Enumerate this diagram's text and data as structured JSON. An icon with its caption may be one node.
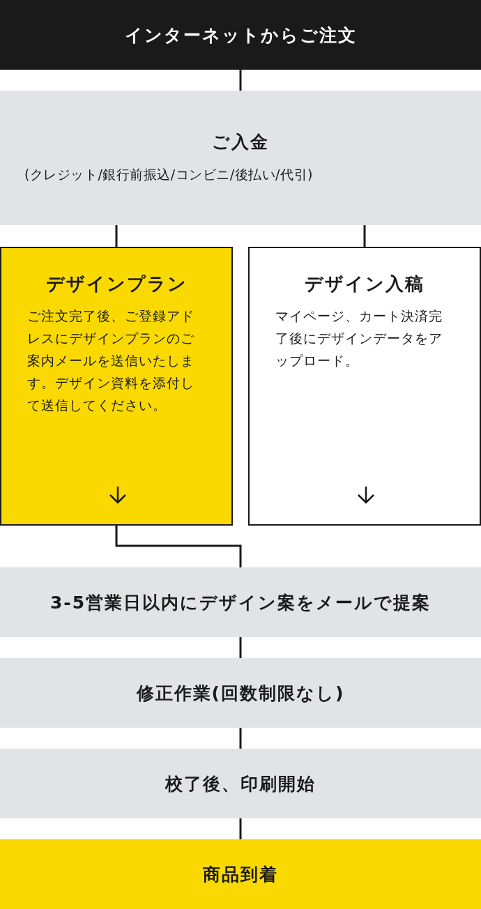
{
  "diagram": {
    "nodes": [
      {
        "text": [
          "インターネットからご注文"
        ]
      },
      {
        "text": [
          "ご入金",
          "(クレジット/銀行前振込/コンビニ/後払い/代引)"
        ]
      },
      {
        "text": [
          "デザインプラン",
          "ご注文完了後、ご登録アドレスにデザインプランのご案内メールを送信いたします。デザイン資料を添付して送信してください。"
        ]
      },
      {
        "text": [
          "デザイン入稿",
          "マイページ、カート決済完了後にデザインデータをアップロード。"
        ]
      },
      {
        "text": [
          "3-5営業日以内にデザイン案をメールで提案"
        ]
      },
      {
        "text": [
          "修正作業(回数制限なし)"
        ]
      },
      {
        "text": [
          "校了後、印刷開始"
        ]
      },
      {
        "text": [
          "商品到着"
        ]
      }
    ],
    "edges": [
      {
        "from": 0,
        "to": 1,
        "arrow": "none"
      },
      {
        "from": 1,
        "to": 2,
        "arrow": "none"
      },
      {
        "from": 1,
        "to": 3,
        "arrow": "none"
      },
      {
        "from": 2,
        "to": 4,
        "arrow": "none"
      },
      {
        "from": 4,
        "to": 5,
        "arrow": "none"
      },
      {
        "from": 5,
        "to": 6,
        "arrow": "none"
      },
      {
        "from": 6,
        "to": 7,
        "arrow": "none"
      }
    ]
  }
}
